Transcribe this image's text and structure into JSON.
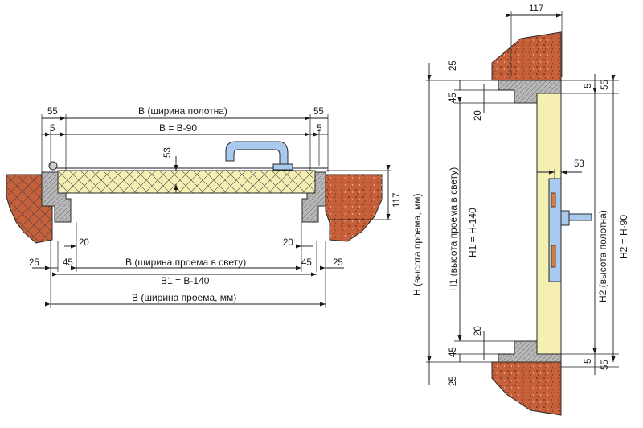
{
  "plan": {
    "dims": {
      "d55_left": "55",
      "d5_left": "5",
      "d55_right": "55",
      "d5_right": "5",
      "leaf_width": "В (ширина полотна)",
      "leaf_formula": "В = В-90",
      "d53": "53",
      "d117": "117",
      "d20_left": "20",
      "d20_right": "20",
      "d25_left": "25",
      "d45_left": "45",
      "d45_right": "45",
      "d25_right": "25",
      "clear_width": "В (ширина проема в свету)",
      "clear_formula": "В1 = В-140",
      "opening_width": "В (ширина проема, мм)"
    }
  },
  "elevation": {
    "dims": {
      "d117_top": "117",
      "d25_top": "25",
      "d45_top": "45",
      "d20_top": "20",
      "d5_top": "5",
      "d55_top": "55",
      "d53": "53",
      "opening_height": "Н (высота проема, мм)",
      "clear_height": "Н1 (высота проема в свету)",
      "clear_formula": "Н1 = Н-140",
      "leaf_height": "Н2 (высота полотна)",
      "leaf_formula": "Н2 = Н-90",
      "d20_bottom": "20",
      "d45_bottom": "45",
      "d25_bottom": "25",
      "d5_bottom": "5",
      "d55_bottom": "55"
    }
  },
  "colors": {
    "wall": "#c5603a",
    "frame": "#b7b7b7",
    "leaf": "#f6efb4",
    "handle": "#a9c9ee",
    "latch": "#e07a37"
  }
}
